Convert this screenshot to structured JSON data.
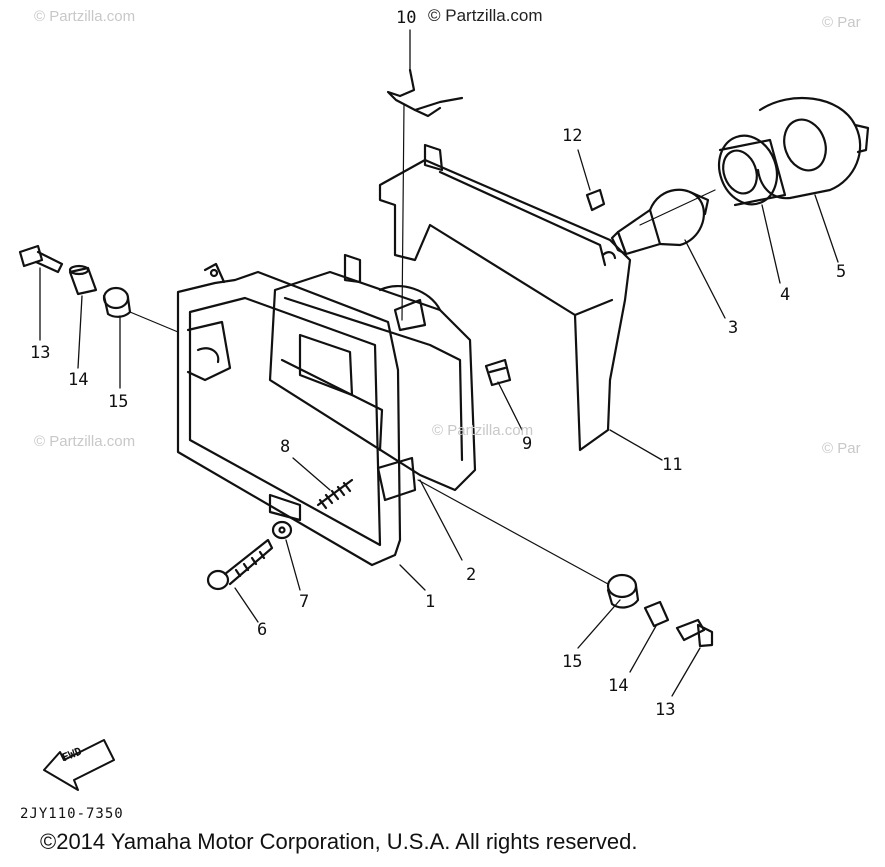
{
  "watermark": {
    "main": "© Partzilla.com",
    "faint": "© Partzilla.com",
    "faint_partial": "© Par"
  },
  "callouts": [
    "1",
    "2",
    "3",
    "4",
    "5",
    "6",
    "7",
    "8",
    "9",
    "10",
    "11",
    "12",
    "13",
    "14",
    "15"
  ],
  "labels": {
    "fwd": "FWD",
    "part_code": "2JY110-7350",
    "copyright": "©2014  Yamaha Motor Corporation, U.S.A. All rights reserved."
  }
}
